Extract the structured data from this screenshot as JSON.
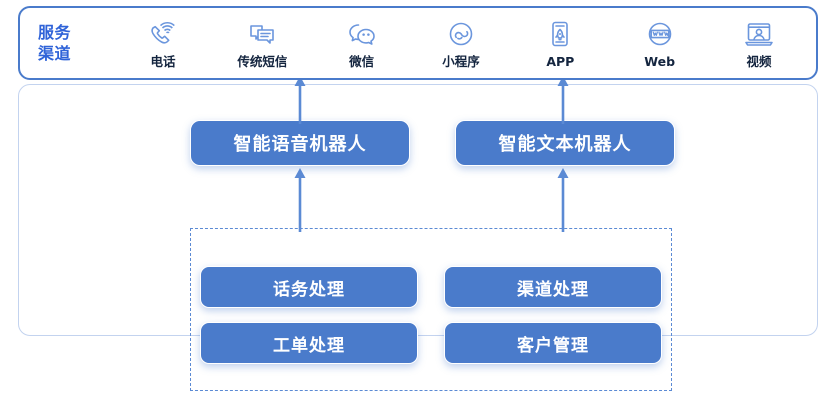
{
  "header": {
    "title_line1": "服务",
    "title_line2": "渠道",
    "accent_color": "#2f63d8",
    "border_color": "#4a7bcb",
    "channels": [
      {
        "label": "电话",
        "icon": "phone-signal-icon"
      },
      {
        "label": "传统短信",
        "icon": "sms-bubbles-icon"
      },
      {
        "label": "微信",
        "icon": "wechat-bubbles-icon"
      },
      {
        "label": "小程序",
        "icon": "miniprogram-circle-icon"
      },
      {
        "label": "APP",
        "icon": "smartphone-rocket-icon"
      },
      {
        "label": "Web",
        "icon": "globe-www-icon"
      },
      {
        "label": "视频",
        "icon": "laptop-person-icon"
      }
    ]
  },
  "robots": {
    "voice": {
      "label": "智能语音机器人"
    },
    "text": {
      "label": "智能文本机器人"
    },
    "box_color": "#4a7bcb",
    "text_color": "#ffffff"
  },
  "capabilities": {
    "items": [
      {
        "label": "话务处理"
      },
      {
        "label": "渠道处理"
      },
      {
        "label": "工单处理"
      },
      {
        "label": "客户管理"
      }
    ],
    "border_style": "dashed",
    "border_color": "#5b8ad4"
  },
  "arrows": {
    "color": "#5b8ad4",
    "direction": "up",
    "count": 4
  }
}
